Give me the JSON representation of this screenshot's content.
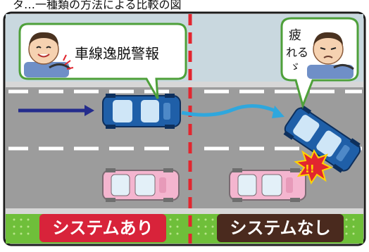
{
  "header_caption": "タ…一種類の方法による比較の図",
  "left_panel": {
    "bubble_text": "車線逸脱警報",
    "label": "システムあり",
    "label_bg": "#d8233a"
  },
  "right_panel": {
    "bubble_text_line1": "疲",
    "bubble_text_line2": "れる",
    "bubble_text_line3": "ゞ",
    "label": "システムなし",
    "label_bg": "#4a2a1e"
  },
  "alert_mark": "!!",
  "colors": {
    "sky": "#c9d8df",
    "road": "#9c9c9c",
    "grass": "#6fbf3a",
    "grass_dots": "#b9e58a",
    "divider": "#e2262f",
    "lane_line": "#ffffff",
    "blue_car": "#1f5fa8",
    "pink_car": "#f4b5cf",
    "arrow_dark": "#242c8c",
    "arrow_light": "#2fa7dd"
  }
}
